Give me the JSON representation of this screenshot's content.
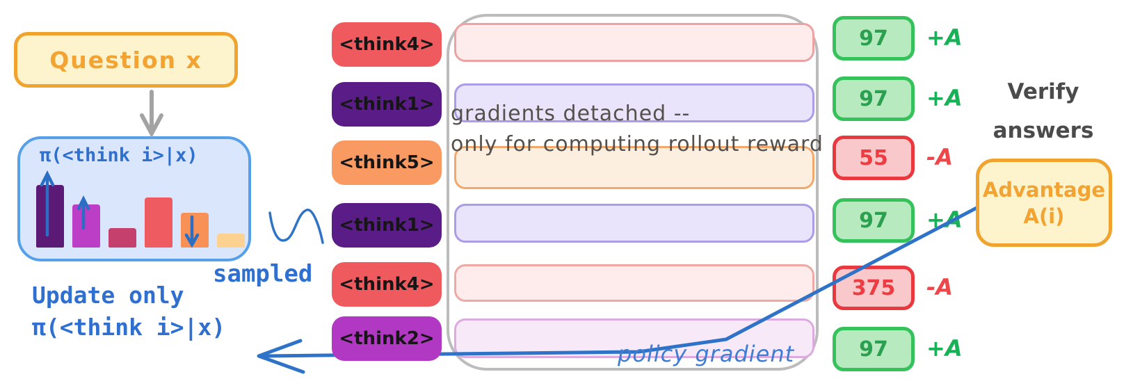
{
  "palette": {
    "cream": "#fdf3cd",
    "orange_border": "#f0a42f",
    "orange_text": "#f2a331",
    "policy_fill": "#d9e6fb",
    "policy_border": "#56a0ea",
    "blue_text": "#2e6fd0",
    "blue_line": "#2e73c7",
    "gray_arrow": "#a3a3a3",
    "container_border": "#bcbcbc",
    "note_text": "#55504b",
    "policy_gradient_text": "#3e7dd2",
    "verify_text": "#4b4b4b"
  },
  "question_box": {
    "label": "Question x"
  },
  "policy_box": {
    "formula": "π(<think i>|x)",
    "bars": {
      "heights": [
        90,
        62,
        28,
        72,
        50,
        20
      ],
      "colors": [
        "#5b1a75",
        "#bc3ec6",
        "#c6406d",
        "#ee5c62",
        "#f79155",
        "#fdd190"
      ],
      "arrows": [
        "up-large",
        "up-small",
        null,
        null,
        "down",
        null
      ]
    }
  },
  "sampled_label": "sampled",
  "update_label": {
    "line1": "Update only",
    "line2": "π(<think i>|x)"
  },
  "rollout_container": {
    "note_line1": "gradients detached --",
    "note_line2": "only for computing rollout reward",
    "policy_gradient_label": "policy gradient"
  },
  "rows": [
    {
      "tag": "<think4>",
      "tag_color": "#ee5a5e",
      "rollout_fill": "#fdeceb",
      "rollout_border": "#eca2a2",
      "score": "97",
      "verdict": "good",
      "advantage": "+A"
    },
    {
      "tag": "<think1>",
      "tag_color": "#5a1d87",
      "rollout_fill": "#e9e3fb",
      "rollout_border": "#ab9ce8",
      "score": "97",
      "verdict": "good",
      "advantage": "+A"
    },
    {
      "tag": "<think5>",
      "tag_color": "#f89a62",
      "rollout_fill": "#fdefdf",
      "rollout_border": "#f3a76a",
      "score": "55",
      "verdict": "bad",
      "advantage": "-A"
    },
    {
      "tag": "<think1>",
      "tag_color": "#5a1d87",
      "rollout_fill": "#e9e3fb",
      "rollout_border": "#ab9ce8",
      "score": "97",
      "verdict": "good",
      "advantage": "+A"
    },
    {
      "tag": "<think4>",
      "tag_color": "#ee5a5e",
      "rollout_fill": "#fdeceb",
      "rollout_border": "#eea9a5",
      "score": "375",
      "verdict": "bad",
      "advantage": "-A"
    },
    {
      "tag": "<think2>",
      "tag_color": "#b138c2",
      "rollout_fill": "#f8e9f9",
      "rollout_border": "#dcaade",
      "score": "97",
      "verdict": "good",
      "advantage": "+A"
    }
  ],
  "score_styles": {
    "good": {
      "fill": "#b7eabf",
      "border": "#35c25b",
      "text": "#2ba050",
      "adv_text": "#17b157"
    },
    "bad": {
      "fill": "#f9c8ca",
      "border": "#e9393e",
      "text": "#ed3c42",
      "adv_text": "#ef4649"
    }
  },
  "verify_label": {
    "line1": "Verify",
    "line2": "answers"
  },
  "advantage_box": {
    "line1": "Advantage",
    "line2": "A(i)"
  }
}
